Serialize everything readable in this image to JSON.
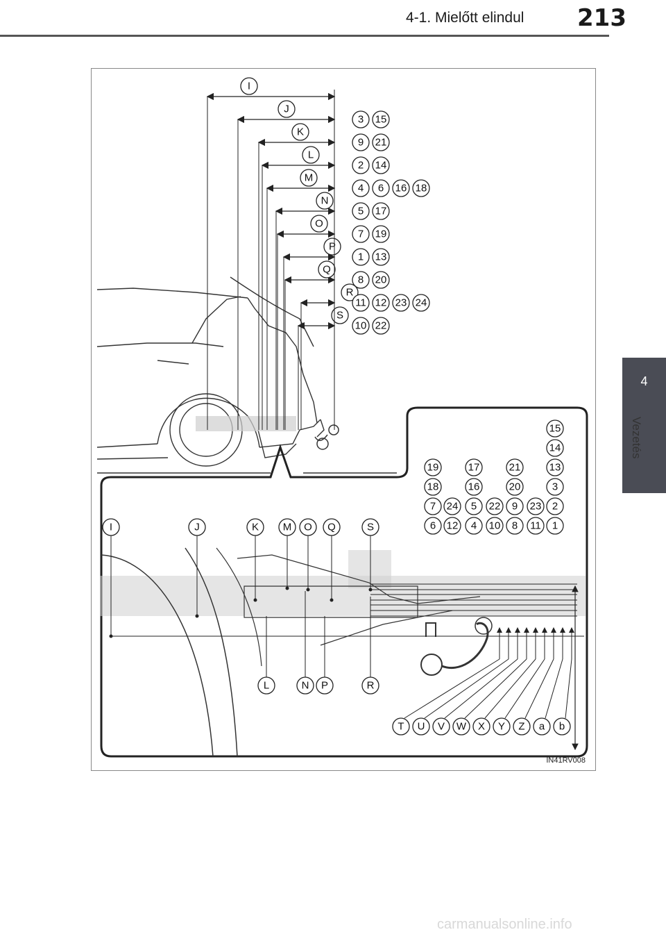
{
  "header": {
    "title": "4-1. Mielőtt elindul",
    "page_number": "213"
  },
  "side_tab": {
    "chapter_number": "4",
    "chapter_label": "Vezetés"
  },
  "figure": {
    "code": "IN41RV008",
    "top_dimensions": [
      {
        "letter": "I",
        "numbers": []
      },
      {
        "letter": "J",
        "numbers": [
          "3",
          "15"
        ]
      },
      {
        "letter": "K",
        "numbers": [
          "9",
          "21"
        ]
      },
      {
        "letter": "L",
        "numbers": [
          "2",
          "14"
        ]
      },
      {
        "letter": "M",
        "numbers": [
          "4",
          "6",
          "16",
          "18"
        ]
      },
      {
        "letter": "N",
        "numbers": [
          "5",
          "17"
        ]
      },
      {
        "letter": "O",
        "numbers": [
          "7",
          "19"
        ]
      },
      {
        "letter": "P",
        "numbers": [
          "1",
          "13"
        ]
      },
      {
        "letter": "Q",
        "numbers": [
          "8",
          "20"
        ]
      },
      {
        "letter": "R",
        "numbers": [
          "11",
          "12",
          "23",
          "24"
        ]
      },
      {
        "letter": "S",
        "numbers": [
          "10",
          "22"
        ]
      }
    ],
    "detail_upper_letters": [
      "I",
      "J",
      "K",
      "M",
      "O",
      "Q",
      "S"
    ],
    "detail_lower_letters": [
      "L",
      "N",
      "P",
      "R"
    ],
    "detail_bottom_letters": [
      "T",
      "U",
      "V",
      "W",
      "X",
      "Y",
      "Z",
      "a",
      "b"
    ],
    "right_number_grid": [
      [
        "",
        "",
        "",
        "",
        "",
        "15"
      ],
      [
        "",
        "",
        "",
        "",
        "",
        "14"
      ],
      [
        "19",
        "",
        "17",
        "",
        "21",
        "13"
      ],
      [
        "18",
        "",
        "16",
        "",
        "20",
        "3"
      ],
      [
        "7",
        "24",
        "5",
        "22",
        "9",
        "23",
        "2"
      ],
      [
        "6",
        "12",
        "4",
        "10",
        "8",
        "11",
        "1"
      ]
    ]
  },
  "watermark": "carmanualsonline.info"
}
